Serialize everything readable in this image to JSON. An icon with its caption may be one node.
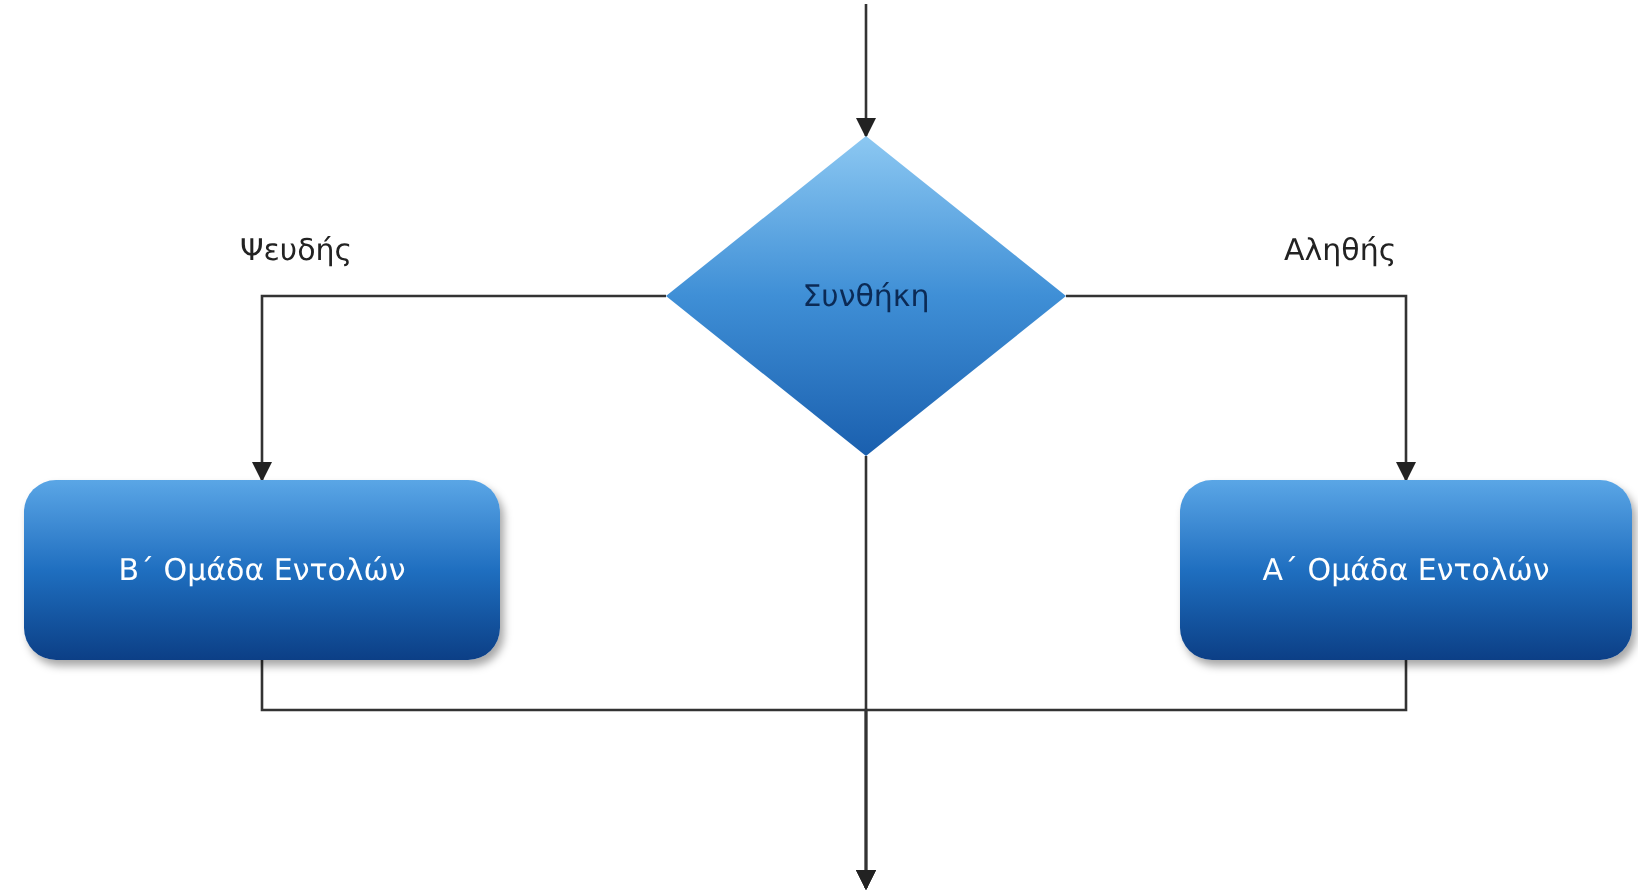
{
  "diagram": {
    "nodes": [
      {
        "text": [
          "Συνθήκη"
        ]
      },
      {
        "text": [
          "Β΄ Ομάδα Εντολών"
        ]
      },
      {
        "text": [
          "Α΄ Ομάδα Εντολών"
        ]
      }
    ],
    "edges": [
      {
        "from": null,
        "to": 0,
        "arrow": "to"
      },
      {
        "from": 0,
        "to": 1,
        "arrow": "to",
        "label": "Ψευδής"
      },
      {
        "from": 0,
        "to": 2,
        "arrow": "to",
        "label": "Αληθής"
      },
      {
        "from": 0,
        "to": null,
        "arrow": "to"
      },
      {
        "from": 1,
        "to": null,
        "arrow": "to"
      },
      {
        "from": 2,
        "to": null,
        "arrow": "to"
      }
    ]
  }
}
